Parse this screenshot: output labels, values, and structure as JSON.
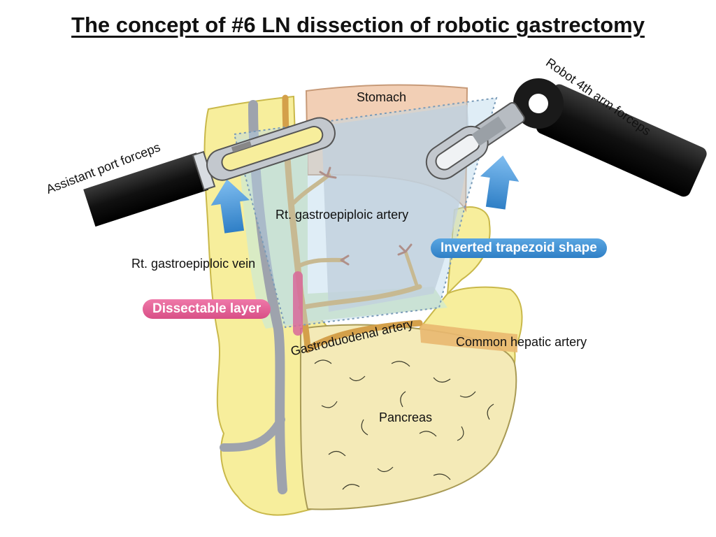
{
  "title": "The concept of #6 LN dissection of robotic gastrectomy",
  "labels": {
    "stomach": "Stomach",
    "robot_forceps": "Robot 4th arm forceps",
    "assistant_forceps": "Assistant port forceps",
    "rgea": "Rt. gastroepiploic artery",
    "rgev": "Rt. gastroepiploic vein",
    "gda": "Gastroduodenal artery",
    "cha": "Common hepatic artery",
    "pancreas": "Pancreas"
  },
  "callouts": {
    "trapezoid": "Inverted trapezoid shape",
    "dissectable": "Dissectable layer"
  },
  "colors": {
    "fat": "#f7ee9c",
    "stomach": "#f2cfb5",
    "pancreas": "#f4eab7",
    "vein": "#9ea3ad",
    "artery": "#d4a04a",
    "trapezoid_fill": "#b8d6ea",
    "arrow_blue": "#3d8fd6",
    "pill_blue": "#3a88cf",
    "pill_pink": "#dd5b8f",
    "forceps_shaft": "#1a1a1a",
    "forceps_metal": "#b7bcc2"
  },
  "icons": {
    "up_arrow": "up-arrow-icon",
    "assistant_forceps": "forceps-icon",
    "robot_forceps": "forceps-icon"
  }
}
